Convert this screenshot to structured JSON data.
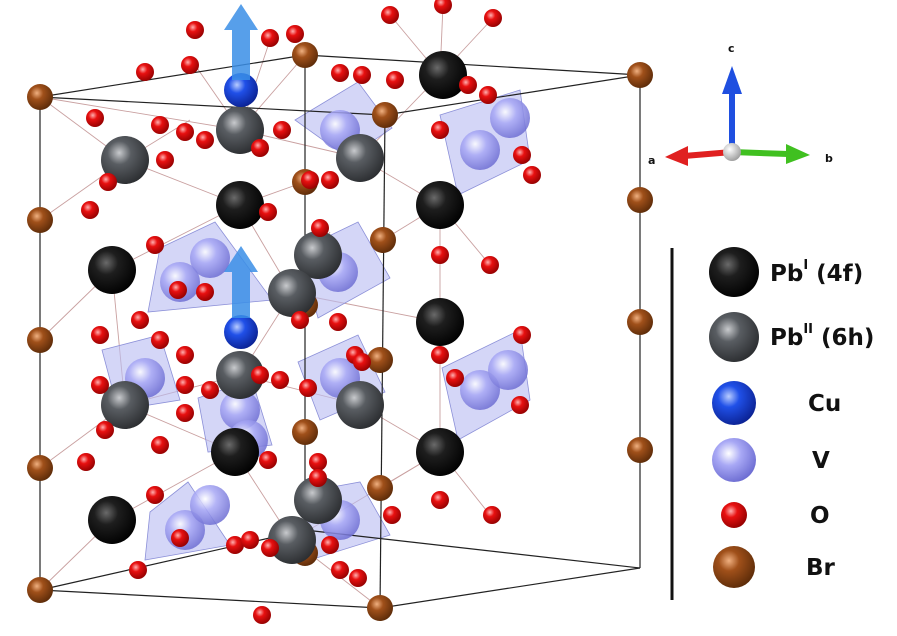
{
  "axes": {
    "a": "a",
    "b": "b",
    "c": "c"
  },
  "legend": [
    {
      "key": "pb1",
      "element": "Pb",
      "superscript": "I",
      "site": "(4f)",
      "color": "#1a1a1a"
    },
    {
      "key": "pb2",
      "element": "Pb",
      "superscript": "II",
      "site": "(6h)",
      "color": "#4d5156"
    },
    {
      "key": "cu",
      "element": "Cu",
      "superscript": "",
      "site": "",
      "color": "#1f4fe0"
    },
    {
      "key": "v",
      "element": "V",
      "superscript": "",
      "site": "",
      "color": "#9a9af0"
    },
    {
      "key": "o",
      "element": "O",
      "superscript": "",
      "site": "",
      "color": "#e01010"
    },
    {
      "key": "br",
      "element": "Br",
      "superscript": "",
      "site": "",
      "color": "#9a4d1a"
    }
  ],
  "colors": {
    "cell_edge": "#222222",
    "bond": "#c9a0a0",
    "polyhedron": "#b9bdf2",
    "spin_arrow": "#3a8ee6",
    "axis_a": "#e02020",
    "axis_b": "#40c020",
    "axis_c": "#1f4fe0"
  }
}
